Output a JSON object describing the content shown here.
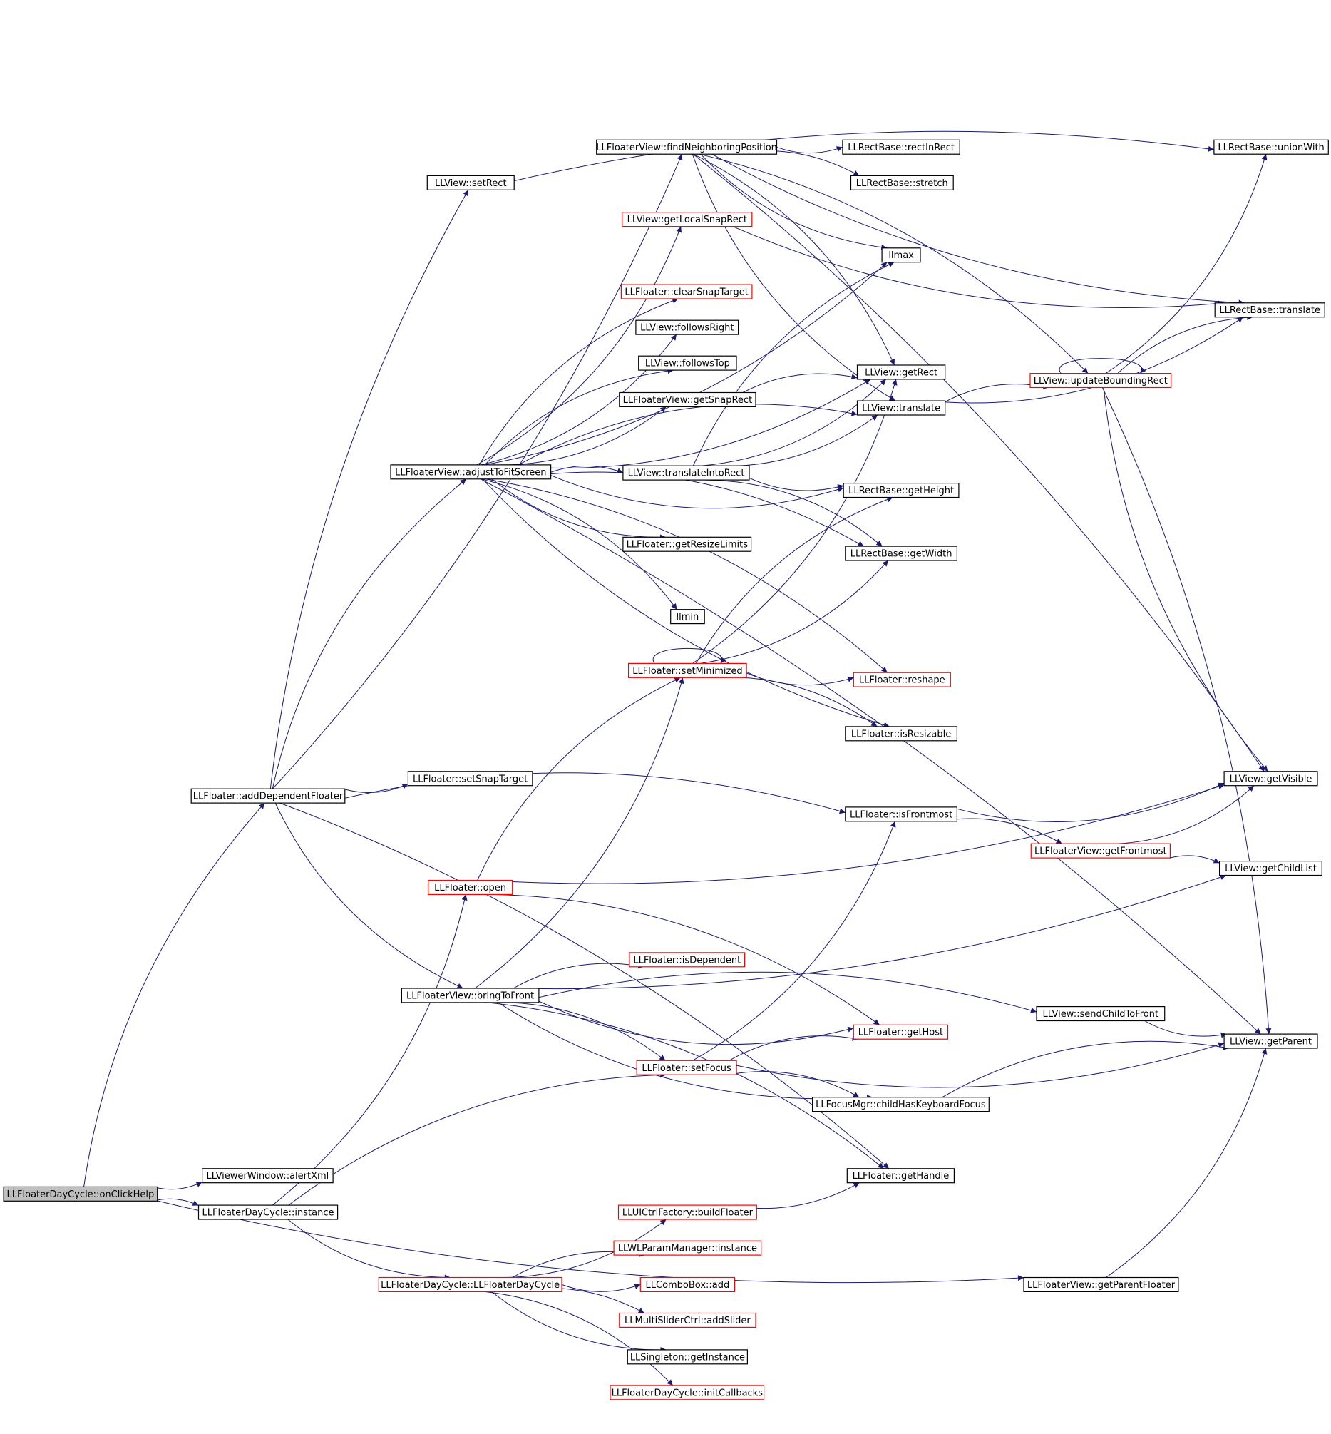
{
  "colors": {
    "edge": "#191970",
    "box_normal": "#000000",
    "box_truncated": "#ff0000",
    "root_fill": "#bfbfbf",
    "node_fill": "#ffffff"
  },
  "nodes": [
    {
      "id": "onClickHelp",
      "label": "LLFloaterDayCycle::onClickHelp",
      "style": "root"
    },
    {
      "id": "addDependentFloater",
      "label": "LLFloater::addDependentFloater",
      "style": "normal"
    },
    {
      "id": "alertXml",
      "label": "LLViewerWindow::alertXml",
      "style": "normal"
    },
    {
      "id": "dcInstance",
      "label": "LLFloaterDayCycle::instance",
      "style": "normal"
    },
    {
      "id": "setRect",
      "label": "LLView::setRect",
      "style": "normal"
    },
    {
      "id": "adjustToFitScreen",
      "label": "LLFloaterView::adjustToFitScreen",
      "style": "normal"
    },
    {
      "id": "setSnapTarget",
      "label": "LLFloater::setSnapTarget",
      "style": "normal"
    },
    {
      "id": "open",
      "label": "LLFloater::open",
      "style": "truncated"
    },
    {
      "id": "bringToFront",
      "label": "LLFloaterView::bringToFront",
      "style": "normal"
    },
    {
      "id": "ctor",
      "label": "LLFloaterDayCycle::LLFloaterDayCycle",
      "style": "truncated"
    },
    {
      "id": "findNeighboringPosition",
      "label": "LLFloaterView::findNeighboringPosition",
      "style": "normal"
    },
    {
      "id": "getLocalSnapRect",
      "label": "LLView::getLocalSnapRect",
      "style": "truncated"
    },
    {
      "id": "clearSnapTarget",
      "label": "LLFloater::clearSnapTarget",
      "style": "truncated"
    },
    {
      "id": "followsRight",
      "label": "LLView::followsRight",
      "style": "normal"
    },
    {
      "id": "followsTop",
      "label": "LLView::followsTop",
      "style": "normal"
    },
    {
      "id": "getSnapRect",
      "label": "LLFloaterView::getSnapRect",
      "style": "normal"
    },
    {
      "id": "translateIntoRect",
      "label": "LLView::translateIntoRect",
      "style": "normal"
    },
    {
      "id": "getResizeLimits",
      "label": "LLFloater::getResizeLimits",
      "style": "normal"
    },
    {
      "id": "llmin",
      "label": "llmin",
      "style": "normal"
    },
    {
      "id": "setMinimized",
      "label": "LLFloater::setMinimized",
      "style": "truncated"
    },
    {
      "id": "isDependent",
      "label": "LLFloater::isDependent",
      "style": "truncated"
    },
    {
      "id": "setFocus",
      "label": "LLFloater::setFocus",
      "style": "truncated"
    },
    {
      "id": "buildFloater",
      "label": "LLUICtrlFactory::buildFloater",
      "style": "truncated"
    },
    {
      "id": "wlInstance",
      "label": "LLWLParamManager::instance",
      "style": "truncated"
    },
    {
      "id": "comboAdd",
      "label": "LLComboBox::add",
      "style": "truncated"
    },
    {
      "id": "addSlider",
      "label": "LLMultiSliderCtrl::addSlider",
      "style": "truncated"
    },
    {
      "id": "getInstance",
      "label": "LLSingleton::getInstance",
      "style": "normal"
    },
    {
      "id": "initCallbacks",
      "label": "LLFloaterDayCycle::initCallbacks",
      "style": "truncated"
    },
    {
      "id": "rectInRect",
      "label": "LLRectBase::rectInRect",
      "style": "normal"
    },
    {
      "id": "stretch",
      "label": "LLRectBase::stretch",
      "style": "normal"
    },
    {
      "id": "llmax",
      "label": "llmax",
      "style": "normal"
    },
    {
      "id": "getRect",
      "label": "LLView::getRect",
      "style": "normal"
    },
    {
      "id": "viewTranslate",
      "label": "LLView::translate",
      "style": "normal"
    },
    {
      "id": "getHeight",
      "label": "LLRectBase::getHeight",
      "style": "normal"
    },
    {
      "id": "getWidth",
      "label": "LLRectBase::getWidth",
      "style": "normal"
    },
    {
      "id": "reshape",
      "label": "LLFloater::reshape",
      "style": "truncated"
    },
    {
      "id": "isResizable",
      "label": "LLFloater::isResizable",
      "style": "normal"
    },
    {
      "id": "isFrontmost",
      "label": "LLFloater::isFrontmost",
      "style": "normal"
    },
    {
      "id": "getHost",
      "label": "LLFloater::getHost",
      "style": "truncated"
    },
    {
      "id": "childHasKeyboardFocus",
      "label": "LLFocusMgr::childHasKeyboardFocus",
      "style": "normal"
    },
    {
      "id": "getHandle",
      "label": "LLFloater::getHandle",
      "style": "normal"
    },
    {
      "id": "updateBoundingRect",
      "label": "LLView::updateBoundingRect",
      "style": "truncated"
    },
    {
      "id": "getFrontmost",
      "label": "LLFloaterView::getFrontmost",
      "style": "truncated"
    },
    {
      "id": "sendChildToFront",
      "label": "LLView::sendChildToFront",
      "style": "normal"
    },
    {
      "id": "getParentFloater",
      "label": "LLFloaterView::getParentFloater",
      "style": "normal"
    },
    {
      "id": "unionWith",
      "label": "LLRectBase::unionWith",
      "style": "normal"
    },
    {
      "id": "rectTranslate",
      "label": "LLRectBase::translate",
      "style": "normal"
    },
    {
      "id": "getVisible",
      "label": "LLView::getVisible",
      "style": "normal"
    },
    {
      "id": "getChildList",
      "label": "LLView::getChildList",
      "style": "normal"
    },
    {
      "id": "getParent",
      "label": "LLView::getParent",
      "style": "normal"
    }
  ],
  "edges": [
    [
      "onClickHelp",
      "addDependentFloater"
    ],
    [
      "onClickHelp",
      "alertXml"
    ],
    [
      "onClickHelp",
      "dcInstance"
    ],
    [
      "onClickHelp",
      "getParentFloater"
    ],
    [
      "addDependentFloater",
      "setRect"
    ],
    [
      "addDependentFloater",
      "findNeighboringPosition"
    ],
    [
      "addDependentFloater",
      "adjustToFitScreen"
    ],
    [
      "addDependentFloater",
      "setSnapTarget"
    ],
    [
      "addDependentFloater",
      "isFrontmost"
    ],
    [
      "addDependentFloater",
      "bringToFront"
    ],
    [
      "addDependentFloater",
      "getHandle"
    ],
    [
      "dcInstance",
      "open"
    ],
    [
      "dcInstance",
      "setFocus"
    ],
    [
      "dcInstance",
      "ctor"
    ],
    [
      "setRect",
      "unionWith"
    ],
    [
      "findNeighboringPosition",
      "rectInRect"
    ],
    [
      "findNeighboringPosition",
      "stretch"
    ],
    [
      "findNeighboringPosition",
      "llmax"
    ],
    [
      "findNeighboringPosition",
      "getRect"
    ],
    [
      "findNeighboringPosition",
      "viewTranslate"
    ],
    [
      "findNeighboringPosition",
      "getVisible"
    ],
    [
      "findNeighboringPosition",
      "rectTranslate"
    ],
    [
      "findNeighboringPosition",
      "updateBoundingRect"
    ],
    [
      "adjustToFitScreen",
      "getLocalSnapRect"
    ],
    [
      "adjustToFitScreen",
      "clearSnapTarget"
    ],
    [
      "adjustToFitScreen",
      "followsRight"
    ],
    [
      "adjustToFitScreen",
      "followsTop"
    ],
    [
      "adjustToFitScreen",
      "getSnapRect"
    ],
    [
      "adjustToFitScreen",
      "translateIntoRect"
    ],
    [
      "adjustToFitScreen",
      "getResizeLimits"
    ],
    [
      "adjustToFitScreen",
      "llmin"
    ],
    [
      "adjustToFitScreen",
      "getHeight"
    ],
    [
      "adjustToFitScreen",
      "getWidth"
    ],
    [
      "adjustToFitScreen",
      "getRect"
    ],
    [
      "adjustToFitScreen",
      "reshape"
    ],
    [
      "adjustToFitScreen",
      "isResizable"
    ],
    [
      "adjustToFitScreen",
      "getParent"
    ],
    [
      "adjustToFitScreen",
      "llmax"
    ],
    [
      "adjustToFitScreen",
      "viewTranslate"
    ],
    [
      "getLocalSnapRect",
      "rectTranslate"
    ],
    [
      "getSnapRect",
      "getRect"
    ],
    [
      "translateIntoRect",
      "getHeight"
    ],
    [
      "translateIntoRect",
      "getWidth"
    ],
    [
      "translateIntoRect",
      "viewTranslate"
    ],
    [
      "translateIntoRect",
      "llmax"
    ],
    [
      "translateIntoRect",
      "getRect"
    ],
    [
      "setMinimized",
      "setMinimized"
    ],
    [
      "setMinimized",
      "reshape"
    ],
    [
      "setMinimized",
      "isResizable"
    ],
    [
      "setMinimized",
      "getWidth"
    ],
    [
      "setMinimized",
      "getHeight"
    ],
    [
      "setMinimized",
      "getRect"
    ],
    [
      "open",
      "setMinimized"
    ],
    [
      "open",
      "getVisible"
    ],
    [
      "open",
      "getHost"
    ],
    [
      "bringToFront",
      "setMinimized"
    ],
    [
      "bringToFront",
      "isDependent"
    ],
    [
      "bringToFront",
      "getChildList"
    ],
    [
      "bringToFront",
      "sendChildToFront"
    ],
    [
      "bringToFront",
      "getHost"
    ],
    [
      "bringToFront",
      "setFocus"
    ],
    [
      "bringToFront",
      "childHasKeyboardFocus"
    ],
    [
      "bringToFront",
      "getHandle"
    ],
    [
      "setFocus",
      "isFrontmost"
    ],
    [
      "setFocus",
      "getHost"
    ],
    [
      "setFocus",
      "getParent"
    ],
    [
      "setFocus",
      "childHasKeyboardFocus"
    ],
    [
      "ctor",
      "buildFloater"
    ],
    [
      "ctor",
      "wlInstance"
    ],
    [
      "ctor",
      "comboAdd"
    ],
    [
      "ctor",
      "addSlider"
    ],
    [
      "ctor",
      "getInstance"
    ],
    [
      "ctor",
      "initCallbacks"
    ],
    [
      "buildFloater",
      "getHandle"
    ],
    [
      "viewTranslate",
      "updateBoundingRect"
    ],
    [
      "viewTranslate",
      "rectTranslate"
    ],
    [
      "updateBoundingRect",
      "updateBoundingRect"
    ],
    [
      "updateBoundingRect",
      "unionWith"
    ],
    [
      "updateBoundingRect",
      "rectTranslate"
    ],
    [
      "updateBoundingRect",
      "getVisible"
    ],
    [
      "updateBoundingRect",
      "getParent"
    ],
    [
      "isFrontmost",
      "getVisible"
    ],
    [
      "isFrontmost",
      "getFrontmost"
    ],
    [
      "getFrontmost",
      "getVisible"
    ],
    [
      "getFrontmost",
      "getChildList"
    ],
    [
      "sendChildToFront",
      "getParent"
    ],
    [
      "childHasKeyboardFocus",
      "getParent"
    ],
    [
      "getParentFloater",
      "getParent"
    ]
  ]
}
